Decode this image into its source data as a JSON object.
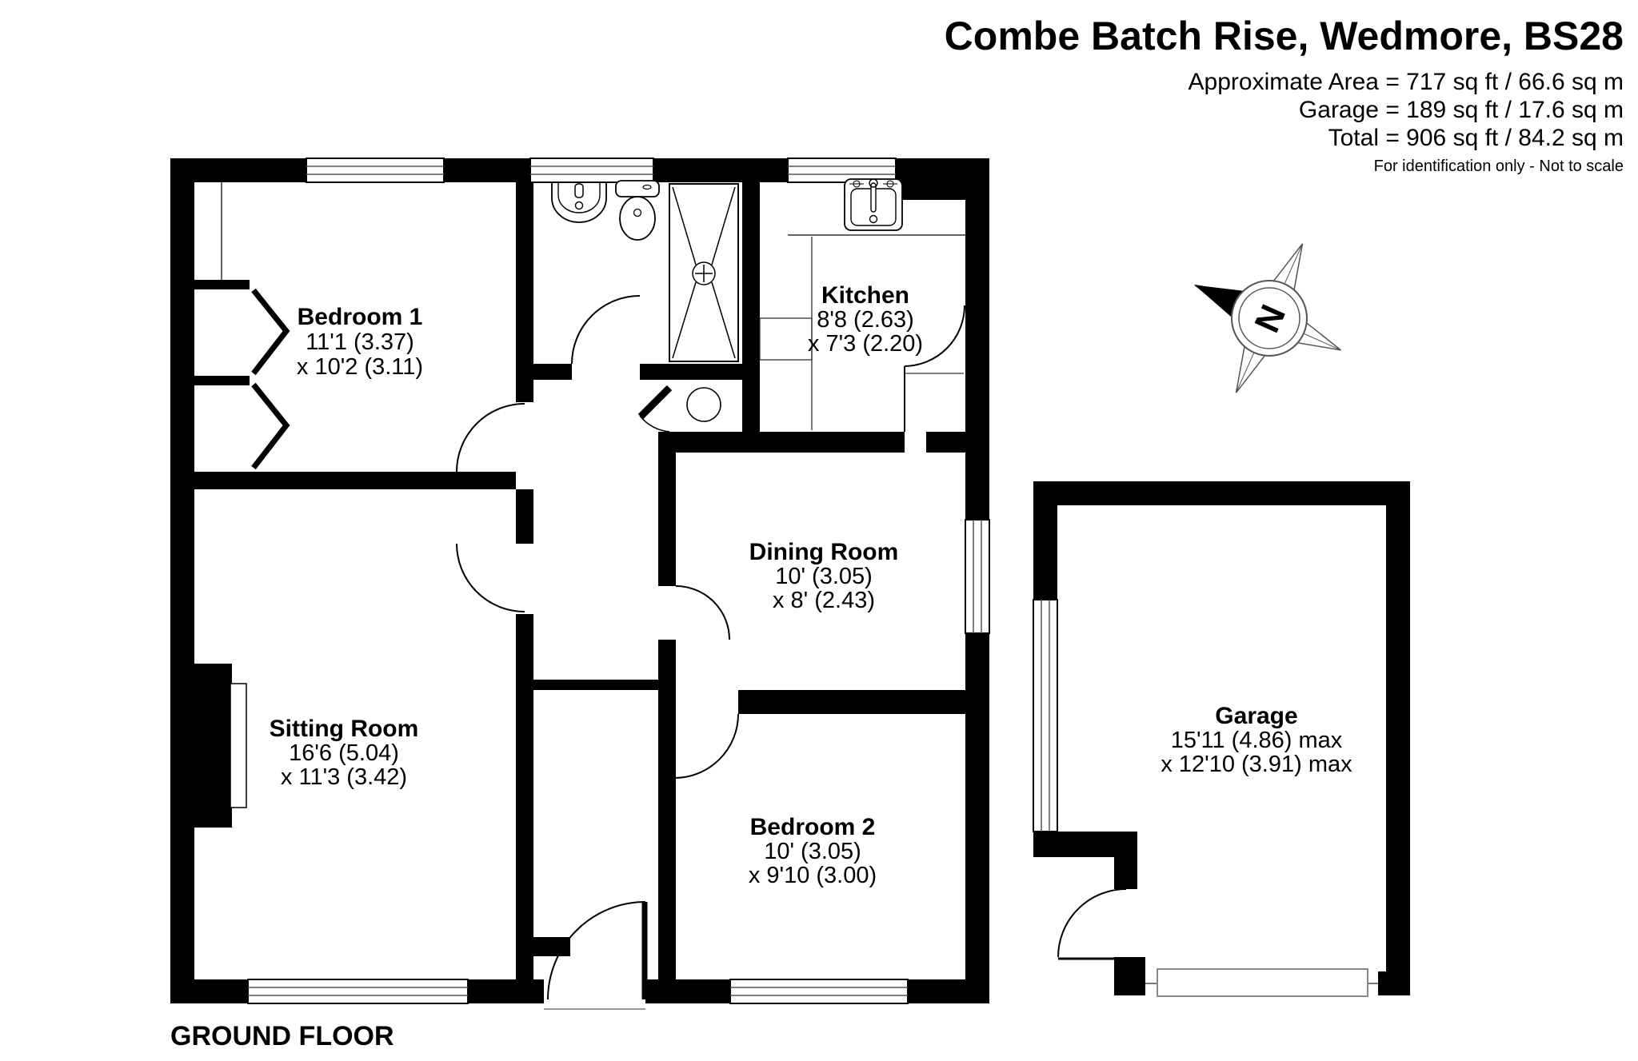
{
  "header": {
    "title": "Combe Batch Rise, Wedmore, BS28",
    "approx_area": "Approximate Area = 717 sq ft / 66.6 sq m",
    "garage_area": "Garage = 189 sq ft / 17.6 sq m",
    "total_area": "Total = 906 sq ft / 84.2 sq m",
    "disclaimer": "For identification only - Not to scale"
  },
  "floor_label": "GROUND FLOOR",
  "compass": {
    "label": "N"
  },
  "rooms": {
    "bedroom1": {
      "name": "Bedroom 1",
      "dim1": "11'1 (3.37)",
      "dim2": "x 10'2 (3.11)"
    },
    "kitchen": {
      "name": "Kitchen",
      "dim1": "8'8 (2.63)",
      "dim2": "x 7'3 (2.20)"
    },
    "dining_room": {
      "name": "Dining Room",
      "dim1": "10' (3.05)",
      "dim2": "x 8' (2.43)"
    },
    "sitting_room": {
      "name": "Sitting Room",
      "dim1": "16'6 (5.04)",
      "dim2": "x 11'3 (3.42)"
    },
    "bedroom2": {
      "name": "Bedroom 2",
      "dim1": "10' (3.05)",
      "dim2": "x 9'10 (3.00)"
    },
    "garage": {
      "name": "Garage",
      "dim1": "15'11 (4.86) max",
      "dim2": "x 12'10 (3.91) max"
    }
  },
  "colors": {
    "wall": "#000000",
    "detail_line": "#555555",
    "background": "#ffffff"
  }
}
